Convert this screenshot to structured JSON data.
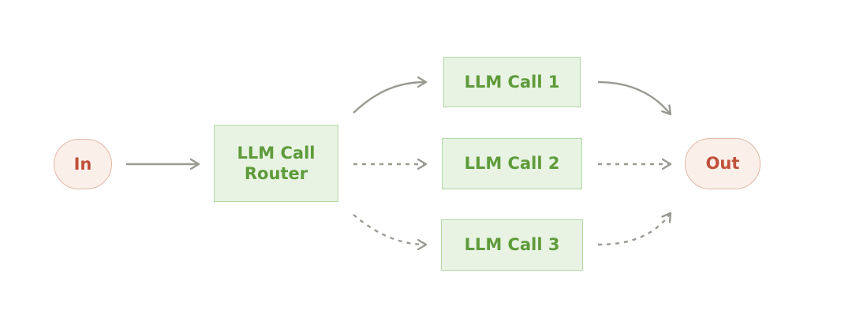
{
  "colors": {
    "terminal_fill": "#fbefe9",
    "terminal_text": "#c0503a",
    "llm_fill": "#e8f3e3",
    "llm_text": "#5e9b3a",
    "edge": "#9a9a92"
  },
  "nodes": {
    "in": {
      "label": "In"
    },
    "router": {
      "label": "LLM Call\nRouter"
    },
    "call1": {
      "label": "LLM Call 1"
    },
    "call2": {
      "label": "LLM Call 2"
    },
    "call3": {
      "label": "LLM Call 3"
    },
    "out": {
      "label": "Out"
    }
  },
  "edges": [
    {
      "from": "in",
      "to": "router",
      "style": "solid"
    },
    {
      "from": "router",
      "to": "call1",
      "style": "solid"
    },
    {
      "from": "router",
      "to": "call2",
      "style": "dashed"
    },
    {
      "from": "router",
      "to": "call3",
      "style": "dashed"
    },
    {
      "from": "call1",
      "to": "out",
      "style": "solid"
    },
    {
      "from": "call2",
      "to": "out",
      "style": "dashed"
    },
    {
      "from": "call3",
      "to": "out",
      "style": "dashed"
    }
  ]
}
